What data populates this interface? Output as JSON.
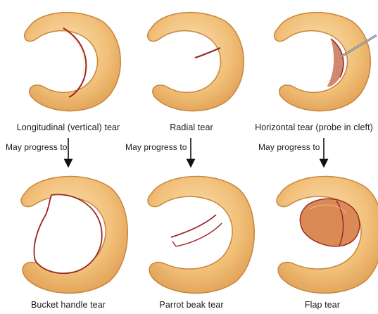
{
  "panels_top": [
    {
      "label": "Longitudinal (vertical) tear"
    },
    {
      "label": "Radial tear"
    },
    {
      "label": "Horizontal tear (probe in cleft)"
    }
  ],
  "progress_text": "May progress to",
  "panels_bottom": [
    {
      "label": "Bucket handle tear"
    },
    {
      "label": "Parrot beak tear"
    },
    {
      "label": "Flap tear"
    }
  ],
  "colors": {
    "meniscus_fill": "#f2c27e",
    "meniscus_edge": "#c9853e",
    "highlight": "#fbe6bf",
    "tear": "#9b2525",
    "flap": "#d98a55",
    "probe": "#7a7a7a"
  }
}
